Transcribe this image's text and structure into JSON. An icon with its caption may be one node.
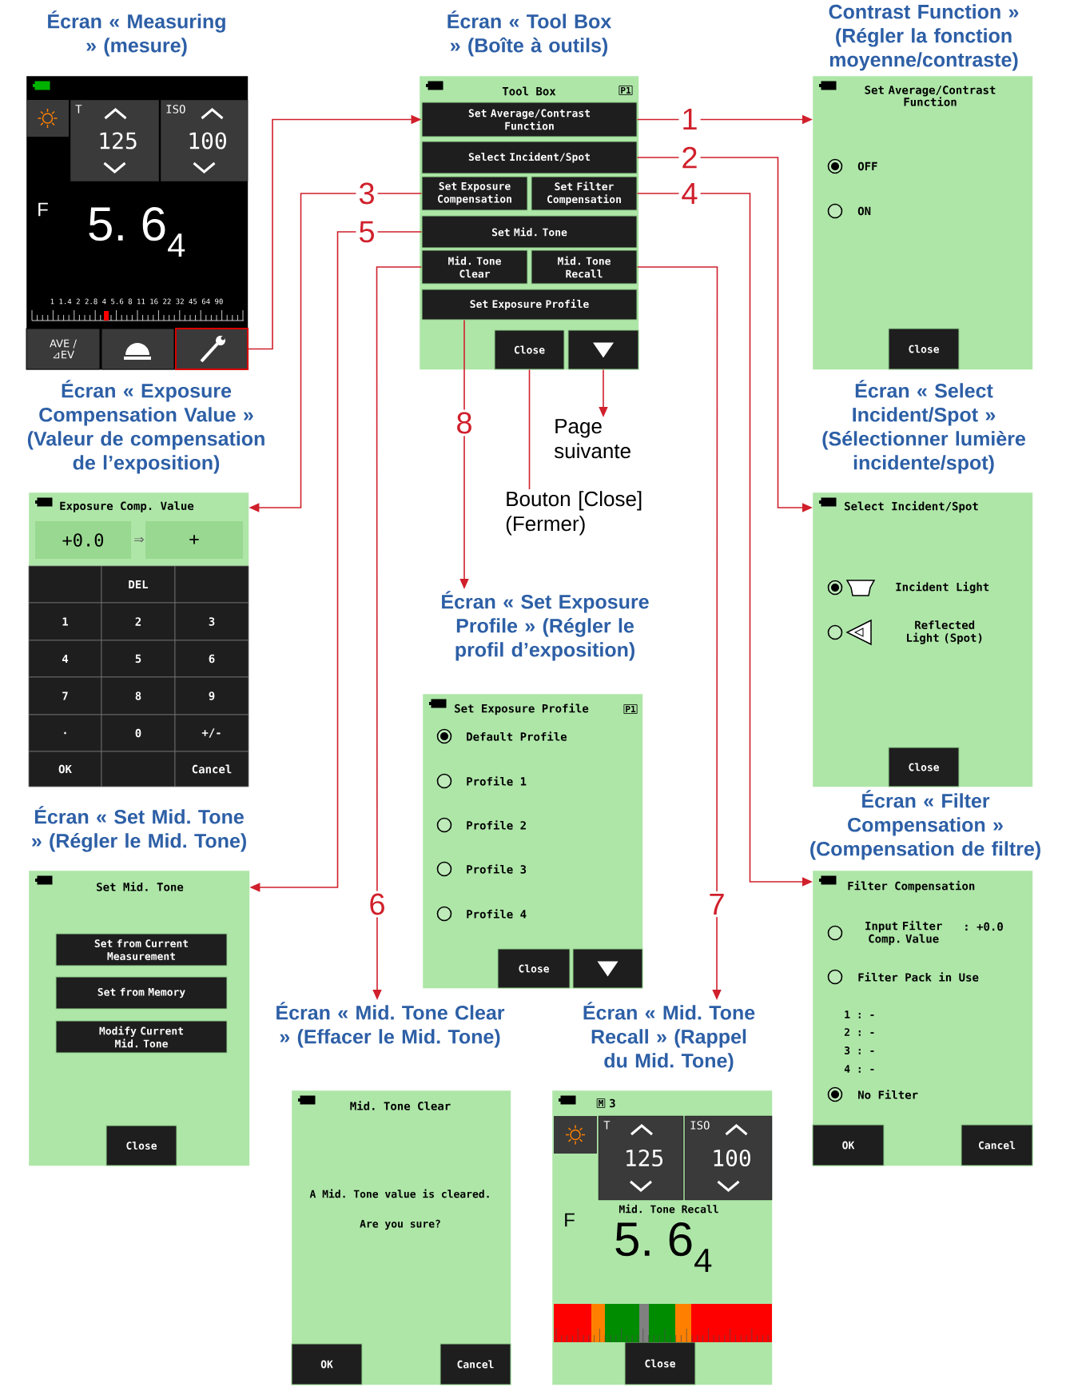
{
  "diagram": {
    "nodes": [
      {
        "text": [
          "Écran « Measuring » (mesure)"
        ]
      },
      {
        "text": [
          "T",
          "125"
        ],
        "in": 0
      },
      {
        "text": [
          "ISO",
          "100"
        ],
        "in": 0
      },
      {
        "text": [
          "AVE / ⊿EV"
        ],
        "in": 0
      },
      {
        "text": [],
        "shape": "box",
        "in": 0
      },
      {
        "text": [],
        "shape": "box",
        "in": 0
      },
      {
        "text": [
          "Écran « Tool Box » (Boîte à outils)",
          "Tool Box"
        ]
      },
      {
        "text": [
          "Set Average/Contrast Function"
        ],
        "in": 6
      },
      {
        "text": [
          "Select Incident/Spot"
        ],
        "in": 6
      },
      {
        "text": [
          "Set Exposure Compensation"
        ],
        "in": 6
      },
      {
        "text": [
          "Set Filter Compensation"
        ],
        "in": 6
      },
      {
        "text": [
          "Set Mid. Tone"
        ],
        "in": 6
      },
      {
        "text": [
          "Mid. Tone Clear"
        ],
        "in": 6
      },
      {
        "text": [
          "Mid. Tone Recall"
        ],
        "in": 6
      },
      {
        "text": [
          "Set Exposure Profile"
        ],
        "in": 6
      },
      {
        "text": [
          "Close"
        ],
        "in": 6
      },
      {
        "text": [],
        "shape": "box",
        "in": 6
      },
      {
        "text": [
          "Contrast Function » (Régler la fonction moyenne/contraste)",
          "Set Average/Contrast Function"
        ]
      },
      {
        "text": [
          "Close"
        ],
        "in": 17
      },
      {
        "text": [
          "Écran « Exposure Compensation Value » (Valeur de compensation de l’exposition)",
          "Exposure Comp. Value"
        ]
      },
      {
        "text": [
          "+0.0"
        ],
        "in": 19
      },
      {
        "text": [
          "+"
        ],
        "in": 19
      },
      {
        "text": [],
        "shape": "box",
        "in": 19
      },
      {
        "text": [
          "DEL"
        ],
        "in": 19
      },
      {
        "text": [],
        "shape": "box",
        "in": 19
      },
      {
        "text": [
          "1"
        ],
        "in": 19
      },
      {
        "text": [
          "2"
        ],
        "in": 19
      },
      {
        "text": [
          "3"
        ],
        "in": 19
      },
      {
        "text": [
          "4"
        ],
        "in": 19
      },
      {
        "text": [
          "5"
        ],
        "in": 19
      },
      {
        "text": [
          "6"
        ],
        "in": 19
      },
      {
        "text": [
          "7"
        ],
        "in": 19
      },
      {
        "text": [
          "8"
        ],
        "in": 19
      },
      {
        "text": [
          "9"
        ],
        "in": 19
      },
      {
        "text": [
          "."
        ],
        "in": 19
      },
      {
        "text": [
          "0"
        ],
        "in": 19
      },
      {
        "text": [
          "+/-"
        ],
        "in": 19
      },
      {
        "text": [
          "OK"
        ],
        "in": 19
      },
      {
        "text": [],
        "shape": "box",
        "in": 19
      },
      {
        "text": [
          "Cancel"
        ],
        "in": 19
      },
      {
        "text": [
          "Écran « Select Incident/Spot » (Sélectionner lumière incidente/spot)",
          "Select Incident/Spot"
        ]
      },
      {
        "text": [
          "Close"
        ],
        "in": 40
      },
      {
        "text": [
          "Page suivante"
        ]
      },
      {
        "text": [
          "Bouton [Close] (Fermer)"
        ]
      },
      {
        "text": [
          "Écran « Set Exposure Profile » (Régler le profil d’exposition)",
          "Set Exposure Profile"
        ]
      },
      {
        "text": [
          "Close"
        ],
        "in": 44
      },
      {
        "text": [],
        "shape": "box",
        "in": 44
      },
      {
        "text": [
          "Écran « Set Mid. Tone » (Régler le Mid. Tone)",
          "Set Mid. Tone"
        ]
      },
      {
        "text": [
          "Set from Current Measurement"
        ],
        "in": 47
      },
      {
        "text": [
          "Set from Memory"
        ],
        "in": 47
      },
      {
        "text": [
          "Modify Current Mid. Tone"
        ],
        "in": 47
      },
      {
        "text": [
          "Close"
        ],
        "in": 47
      },
      {
        "text": [
          "Écran « Filter Compensation » (Compensation de filtre)",
          "Filter Compensation"
        ]
      },
      {
        "text": [
          "OK"
        ],
        "in": 52
      },
      {
        "text": [
          "Cancel"
        ],
        "in": 52
      },
      {
        "text": [
          "Écran « Mid. Tone Clear » (Effacer le Mid. Tone)",
          "Mid. Tone Clear"
        ]
      },
      {
        "text": [
          "OK"
        ],
        "in": 55
      },
      {
        "text": [
          "Cancel"
        ],
        "in": 55
      },
      {
        "text": [
          "Écran « Mid. Tone Recall » (Rappel du Mid. Tone)"
        ]
      },
      {
        "text": [
          "T",
          "125"
        ],
        "in": 58
      },
      {
        "text": [
          "ISO",
          "100"
        ],
        "in": 58
      },
      {
        "text": [
          "Close"
        ],
        "in": 58
      }
    ],
    "edges": [
      {
        "from": 5,
        "to": 7,
        "arrow": "to"
      },
      {
        "from": 7,
        "to": 17,
        "arrow": "to",
        "label": "1"
      },
      {
        "from": 8,
        "to": 40,
        "arrow": "to",
        "label": "2"
      },
      {
        "from": 9,
        "to": 19,
        "arrow": "to",
        "label": "3"
      },
      {
        "from": 10,
        "to": 52,
        "arrow": "to",
        "label": "4"
      },
      {
        "from": 11,
        "to": 47,
        "arrow": "to",
        "label": "5"
      },
      {
        "from": 12,
        "to": 55,
        "arrow": "to",
        "label": "6"
      },
      {
        "from": 13,
        "to": 58,
        "arrow": "to",
        "label": "7"
      },
      {
        "from": 14,
        "to": 44,
        "arrow": "to",
        "label": "8"
      },
      {
        "from": 15,
        "to": 43,
        "arrow": "none"
      },
      {
        "from": 16,
        "to": 42,
        "arrow": "to"
      }
    ],
    "labels": [
      "F",
      "5. 6$_{4}$",
      "1 1.4 2 2.8 4 5.6 8 11 16 22 32 45 64 90",
      "P1",
      "OFF",
      "ON",
      "⇒",
      "Incident Light",
      "Reflected Light (Spot)",
      "P1",
      "Default Profile",
      "Profile 1",
      "Profile 2",
      "Profile 3",
      "Profile 4",
      "Input Filter Comp. Value",
      ": +0.0",
      "Filter Pack in Use",
      "1 : -",
      "2 : -",
      "3 : -",
      "4 : -",
      "No Filter",
      "A Mid. Tone value is cleared.",
      "Are you sure?",
      "M",
      "3",
      "Mid. Tone Recall",
      "F",
      "5. 6$_{4}$"
    ]
  }
}
